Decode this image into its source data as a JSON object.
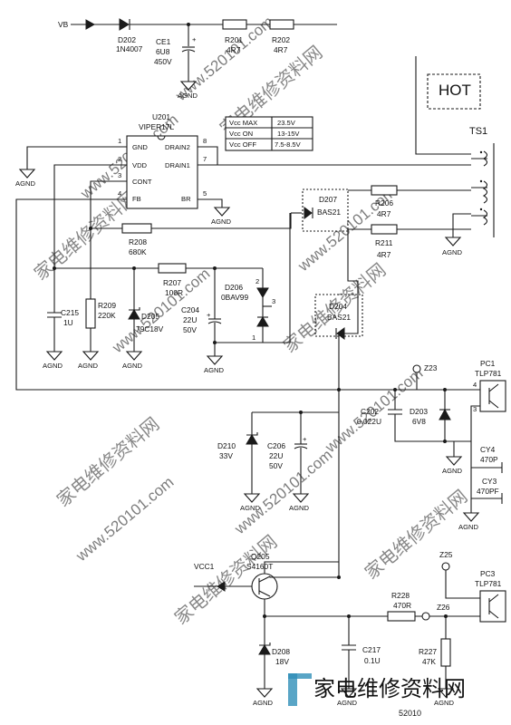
{
  "nets": {
    "vb": "VB",
    "vcc1": "VCC1",
    "agnd": "AGND"
  },
  "components": {
    "d202": {
      "ref": "D202",
      "value": "1N4007"
    },
    "ce1": {
      "ref": "CE1",
      "value": "6U8",
      "rating": "450V"
    },
    "r201": {
      "ref": "R201",
      "value": "4R7"
    },
    "r202": {
      "ref": "R202",
      "value": "4R7"
    },
    "u201": {
      "ref": "U201",
      "value": "VIPER17L"
    },
    "r206": {
      "ref": "R206",
      "value": "4R7"
    },
    "r211": {
      "ref": "R211",
      "value": "4R7"
    },
    "d207": {
      "ref": "D207",
      "value": "BAS21"
    },
    "d204": {
      "ref": "D204",
      "value": "BAS21"
    },
    "r208": {
      "ref": "R208",
      "value": "680K"
    },
    "r207": {
      "ref": "R207",
      "value": "100R"
    },
    "d206": {
      "ref": "D206",
      "value": "0BAV99"
    },
    "c215": {
      "ref": "C215",
      "value": "1U"
    },
    "r209": {
      "ref": "R209",
      "value": "220K"
    },
    "d205": {
      "ref": "D205",
      "value": "79C18V"
    },
    "c204": {
      "ref": "C204",
      "value": "22U",
      "rating": "50V"
    },
    "d210": {
      "ref": "D210",
      "value": "33V"
    },
    "c206": {
      "ref": "C206",
      "value": "22U",
      "rating": "50V"
    },
    "c202": {
      "ref": "C202",
      "value": "0.022U"
    },
    "d203": {
      "ref": "D203",
      "value": "6V8"
    },
    "pc1": {
      "ref": "PC1",
      "value": "TLP781"
    },
    "cy4": {
      "ref": "CY4",
      "value": "470P"
    },
    "cy3": {
      "ref": "CY3",
      "value": "470PF"
    },
    "q205": {
      "ref": "Q205",
      "value": "S4160T"
    },
    "pc3": {
      "ref": "PC3",
      "value": "TLP781"
    },
    "r228": {
      "ref": "R228",
      "value": "470R"
    },
    "d208": {
      "ref": "D208",
      "value": "18V"
    },
    "c217": {
      "ref": "C217",
      "value": "0.1U"
    },
    "r227": {
      "ref": "R227",
      "value": "47K"
    }
  },
  "ic_pins": {
    "gnd": "GND",
    "vdd": "VDD",
    "cont": "CONT",
    "fb": "FB",
    "drain2": "DRAIN2",
    "drain1": "DRAIN1",
    "br": "BR",
    "n1": "1",
    "n2": "2",
    "n3": "3",
    "n4": "4",
    "n5": "5",
    "n7": "7",
    "n8": "8"
  },
  "vcc_table": [
    {
      "param": "Vcc MAX",
      "value": "23.5V"
    },
    {
      "param": "Vcc  ON",
      "value": "13-15V"
    },
    {
      "param": "Vcc OFF",
      "value": "7.5-8.5V"
    }
  ],
  "test_points": {
    "z23": "Z23",
    "z25": "Z25",
    "z26": "Z26"
  },
  "transformer": {
    "ref": "TS1",
    "zone_label": "HOT"
  },
  "pin_marks": {
    "p1": "1",
    "p2": "2",
    "p3": "3"
  },
  "watermarks": {
    "url": "www.520101.com",
    "cn": "家电维修资料网"
  },
  "brand": {
    "name": "家电维修资料网",
    "url": "52010"
  }
}
